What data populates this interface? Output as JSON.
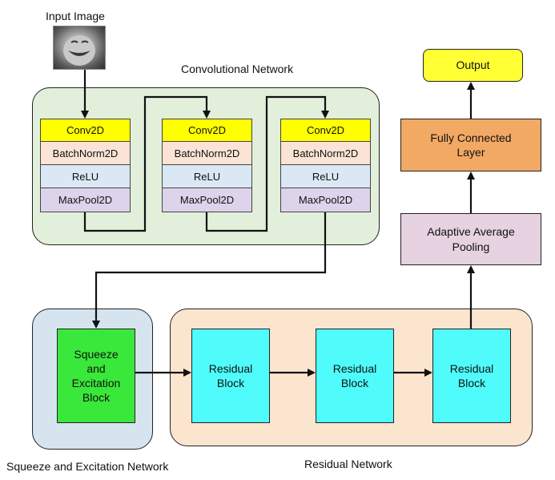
{
  "input": {
    "label": "Input Image"
  },
  "conv_network": {
    "label": "Convolutional Network",
    "blocks": [
      {
        "layers": [
          "Conv2D",
          "BatchNorm2D",
          "ReLU",
          "MaxPool2D"
        ]
      },
      {
        "layers": [
          "Conv2D",
          "BatchNorm2D",
          "ReLU",
          "MaxPool2D"
        ]
      },
      {
        "layers": [
          "Conv2D",
          "BatchNorm2D",
          "ReLU",
          "MaxPool2D"
        ]
      }
    ]
  },
  "se_network": {
    "label": "Squeeze and Excitation Network",
    "block": "Squeeze and Excitation Block"
  },
  "residual_network": {
    "label": "Residual Network",
    "blocks": [
      "Residual Block",
      "Residual Block",
      "Residual Block"
    ]
  },
  "pooling": {
    "label": "Adaptive Average Pooling"
  },
  "fc": {
    "label": "Fully Connected Layer"
  },
  "output": {
    "label": "Output"
  },
  "colors": {
    "conv_group_bg": "#e2efda",
    "se_group_bg": "#d6e4f0",
    "res_group_bg": "#fbe5cf",
    "conv2d": "#ffff00",
    "batchnorm": "#fbe4d5",
    "relu": "#dae8f5",
    "maxpool": "#ddd3ea",
    "se_block": "#39e83a",
    "res_block": "#4ffbfb",
    "pooling": "#e6d2e0",
    "fc": "#f2a964",
    "output": "#ffff33"
  }
}
